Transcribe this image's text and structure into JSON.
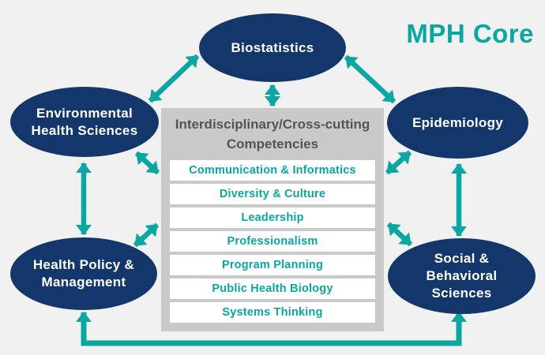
{
  "title": "MPH Core",
  "nodes": [
    {
      "label": "Biostatistics"
    },
    {
      "label": "Environmental Health Sciences"
    },
    {
      "label": "Epidemiology"
    },
    {
      "label": "Health Policy & Management"
    },
    {
      "label": "Social & Behavioral Sciences"
    }
  ],
  "center_box": {
    "title": "Interdisciplinary/Cross-cutting Competencies",
    "title_lines": [
      "Interdisciplinary/Cross-cutting",
      "Competencies"
    ],
    "competencies": [
      "Communication & Informatics",
      "Diversity & Culture",
      "Leadership",
      "Professionalism",
      "Program Planning",
      "Public Health Biology",
      "Systems Thinking"
    ]
  },
  "colors": {
    "node_navy": "#14376b",
    "accent_teal": "#0aa6a2",
    "box_gray": "#c9c9c9",
    "box_title_gray": "#545454",
    "row_white": "#ffffff",
    "background": "#f1f1f2"
  }
}
